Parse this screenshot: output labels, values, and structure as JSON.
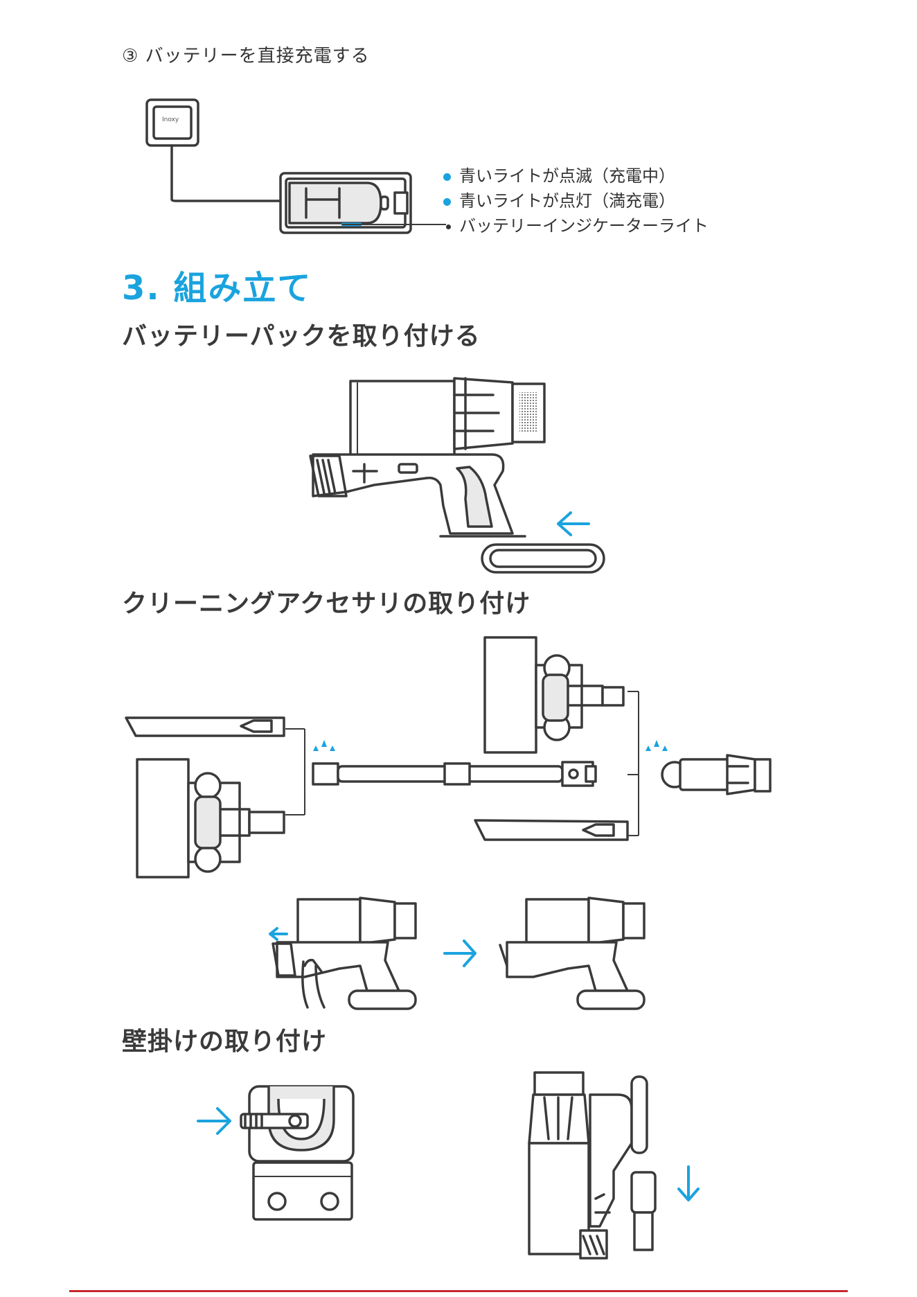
{
  "step": {
    "title": "③ バッテリーを直接充電する"
  },
  "charger": {
    "logo": "Inoxy"
  },
  "legend": {
    "items": [
      {
        "text": "青いライトが点滅（充電中）",
        "bullet": "blue"
      },
      {
        "text": "青いライトが点灯（満充電）",
        "bullet": "blue"
      },
      {
        "text": "バッテリーインジケーターライト",
        "bullet": "black"
      }
    ]
  },
  "section": {
    "title": "3. 組み立て"
  },
  "subsections": {
    "battery": "バッテリーパックを取り付ける",
    "accessories": "クリーニングアクセサリの取り付け",
    "wall": "壁掛けの取り付け"
  },
  "colors": {
    "accent": "#1aa3de",
    "footer": "#c8262d",
    "line": "#3a3a3a"
  },
  "icons": [
    "arrow-left-icon",
    "arrow-right-icon",
    "arrow-down-icon",
    "click-icon"
  ]
}
